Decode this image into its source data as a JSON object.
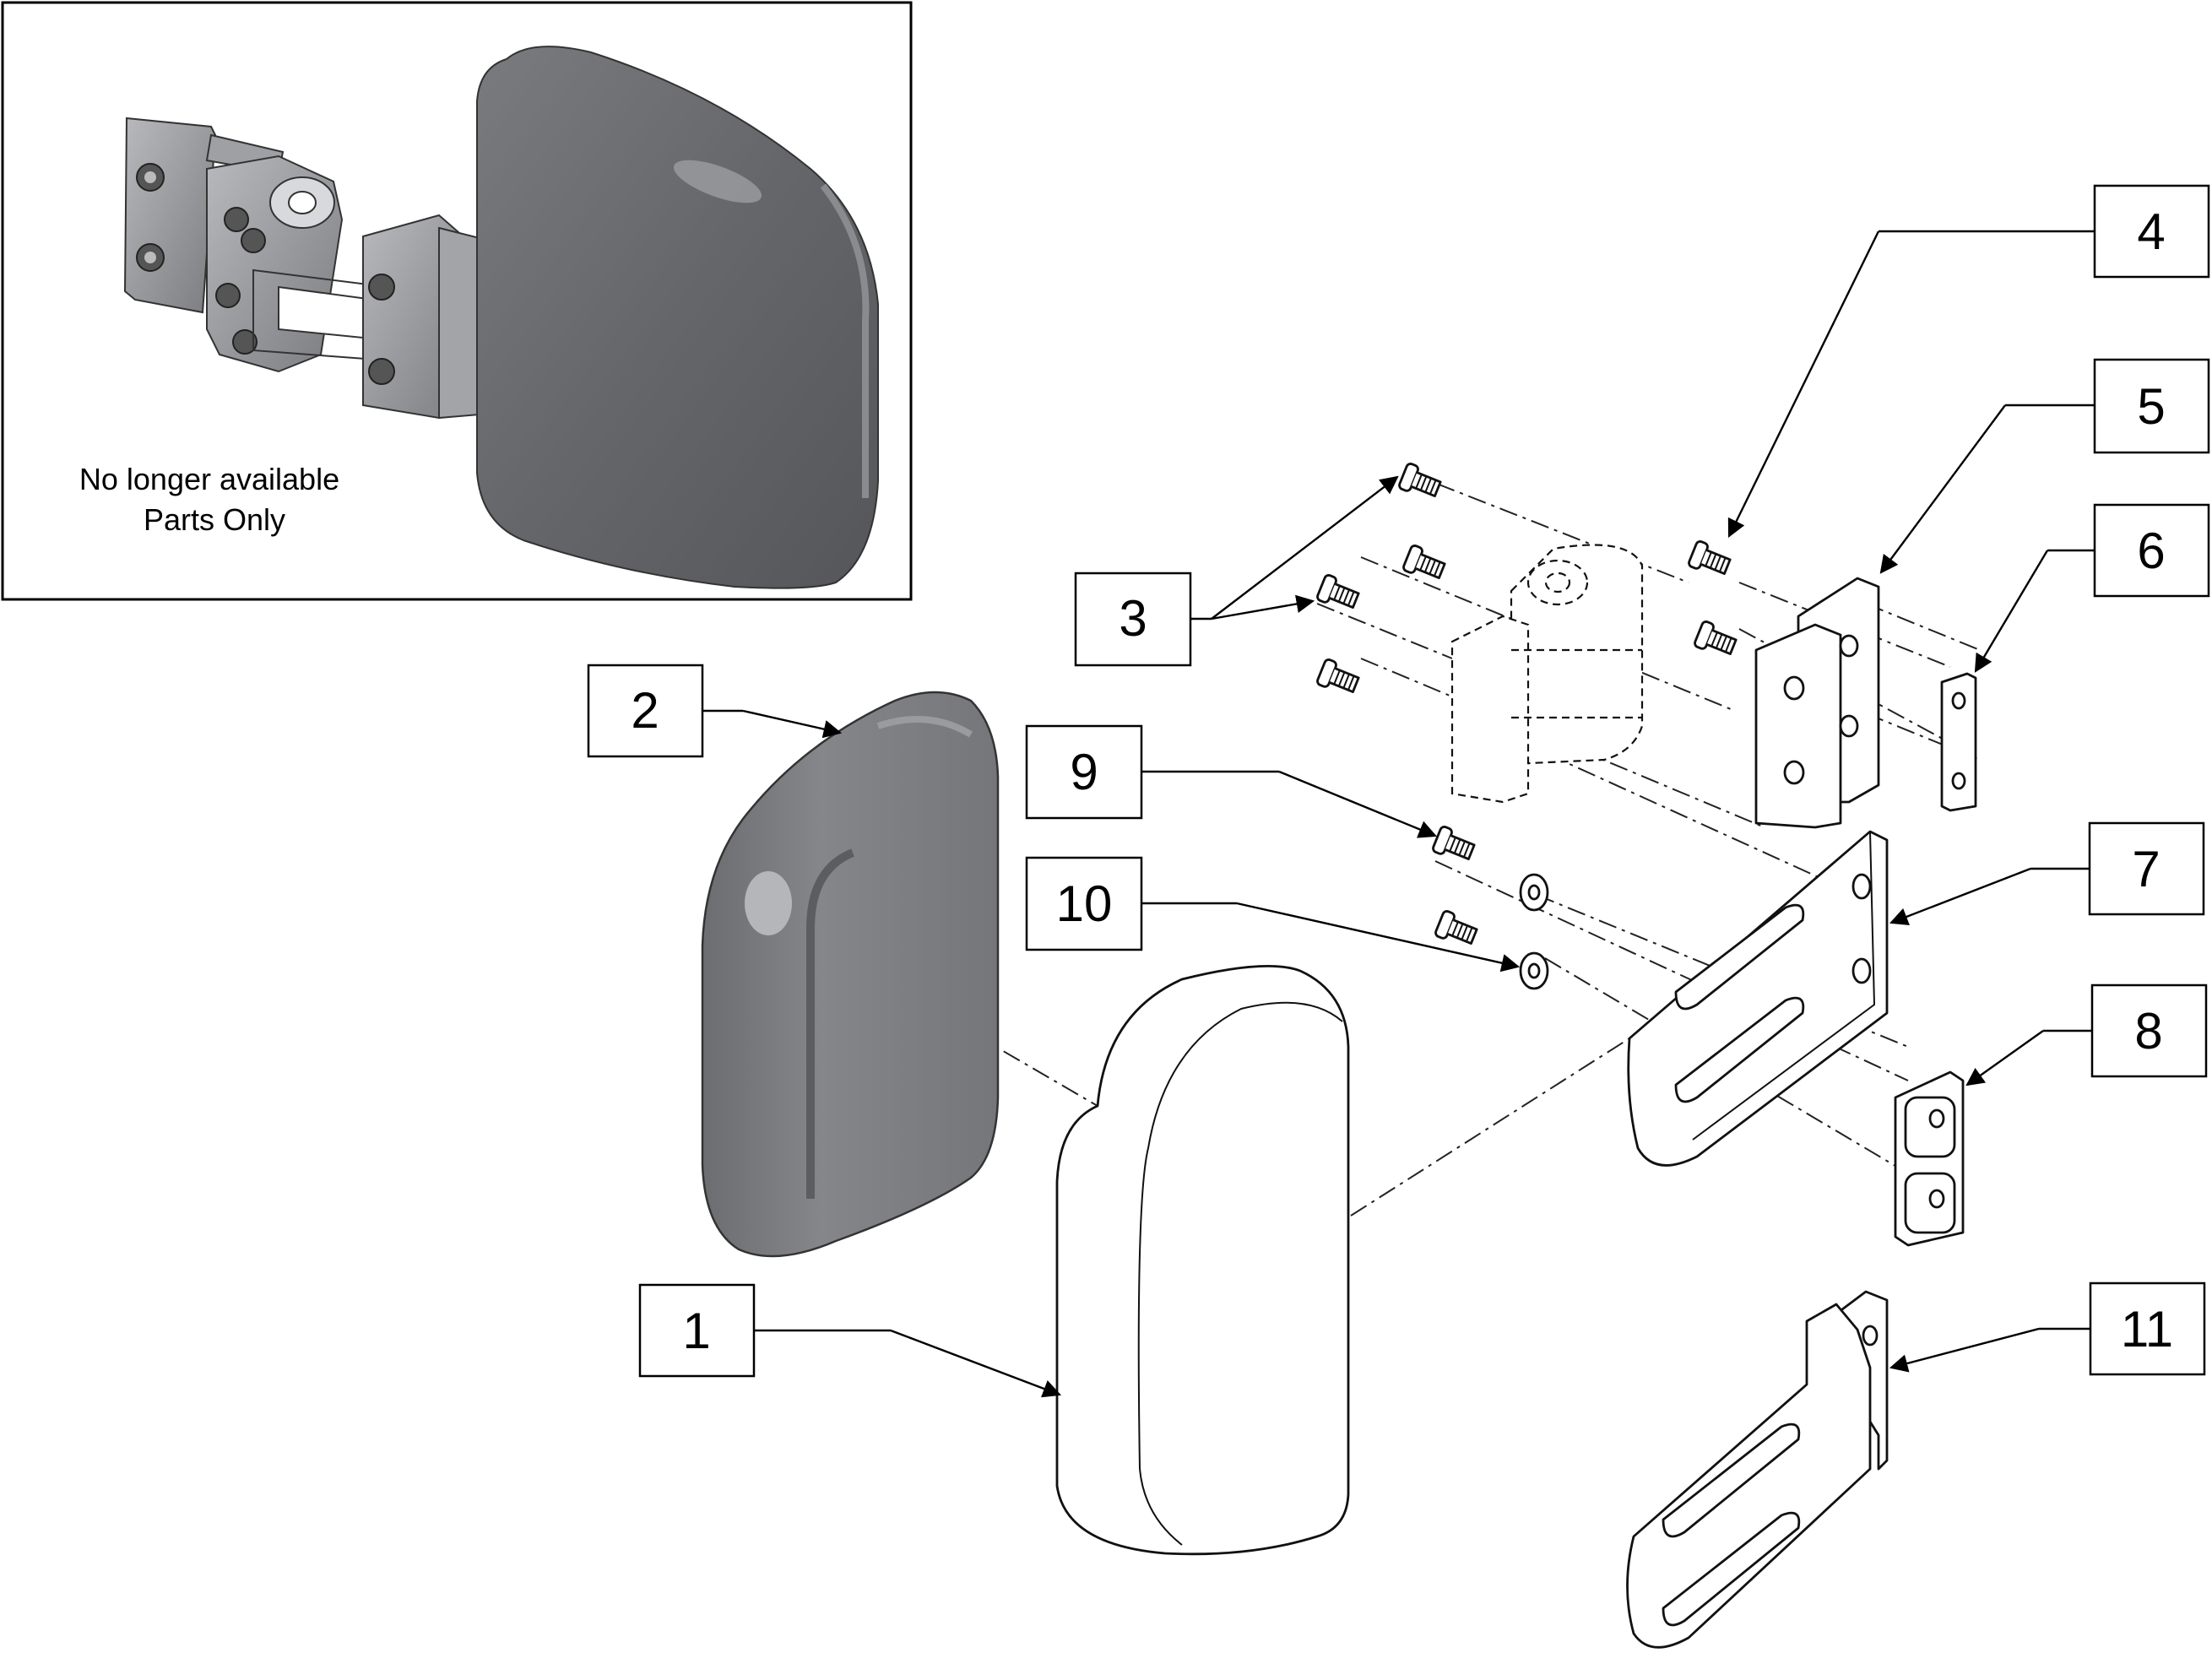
{
  "inset": {
    "note_line1": "No longer available",
    "note_line2": "Parts Only"
  },
  "callouts": [
    {
      "id": "1",
      "label": "1"
    },
    {
      "id": "2",
      "label": "2"
    },
    {
      "id": "3",
      "label": "3"
    },
    {
      "id": "4",
      "label": "4"
    },
    {
      "id": "5",
      "label": "5"
    },
    {
      "id": "6",
      "label": "6"
    },
    {
      "id": "7",
      "label": "7"
    },
    {
      "id": "8",
      "label": "8"
    },
    {
      "id": "9",
      "label": "9"
    },
    {
      "id": "10",
      "label": "10"
    },
    {
      "id": "11",
      "label": "11"
    }
  ],
  "colors": {
    "pad_dark": "#5f6064",
    "pad_mid": "#7d7e82",
    "pad_light": "#a9aaae",
    "metal": "#8d8e92",
    "line": "#000000"
  }
}
